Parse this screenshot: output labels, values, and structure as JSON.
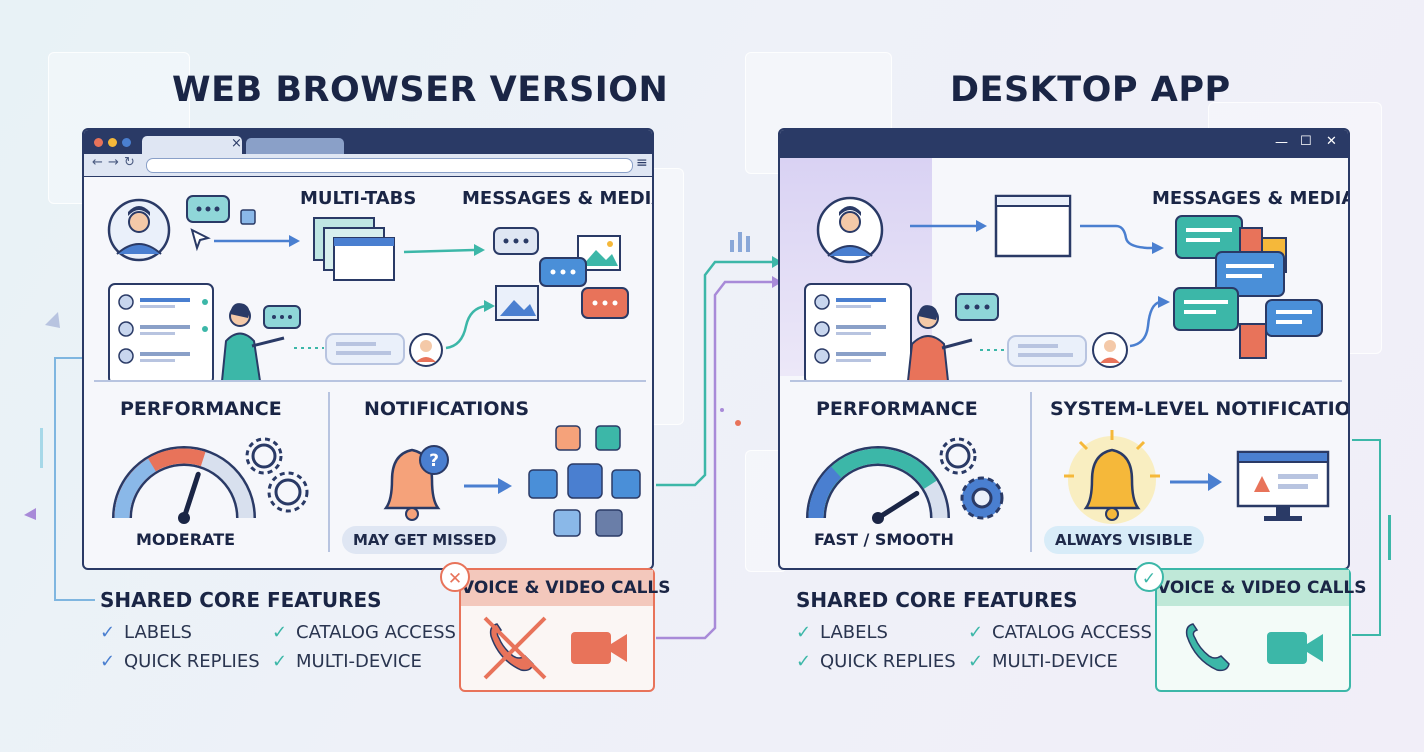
{
  "web": {
    "title": "WEB BROWSER VERSION",
    "labels": {
      "multi_tabs": "MULTI-TABS",
      "messages_media": "MESSAGES & MEDIA"
    },
    "tab_close": "×",
    "menu_icon": "≡",
    "performance": {
      "label": "PERFORMANCE",
      "status": "MODERATE",
      "level": 0.6
    },
    "notifications": {
      "label": "NOTIFICATIONS",
      "status": "MAY GET MISSED"
    },
    "features": {
      "heading": "SHARED CORE FEATURES",
      "items": [
        "LABELS",
        "CATALOG ACCESS",
        "QUICK REPLIES",
        "MULTI-DEVICE"
      ]
    },
    "calls": {
      "label": "VOICE & VIDEO CALLS",
      "badge": "✕"
    }
  },
  "desktop": {
    "title": "DESKTOP APP",
    "labels": {
      "messages_media": "MESSAGES & MEDIA"
    },
    "window_controls": {
      "minimize": "—",
      "maximize": "☐",
      "close": "✕"
    },
    "performance": {
      "label": "PERFORMANCE",
      "status": "FAST / SMOOTH",
      "level": 0.82
    },
    "notifications": {
      "label": "SYSTEM-LEVEL NOTIFICATIONS",
      "status": "ALWAYS VISIBLE"
    },
    "features": {
      "heading": "SHARED CORE FEATURES",
      "items": [
        "LABELS",
        "CATALOG ACCESS",
        "QUICK REPLIES",
        "MULTI-DEVICE"
      ]
    },
    "calls": {
      "label": "VOICE & VIDEO CALLS",
      "badge": "✓"
    }
  },
  "colors": {
    "navy": "#2a3a66",
    "teal": "#3cb7a8",
    "blue": "#4a7fd0",
    "orange": "#e8735a",
    "purple": "#a88ad8",
    "yellow": "#f5b83a"
  }
}
